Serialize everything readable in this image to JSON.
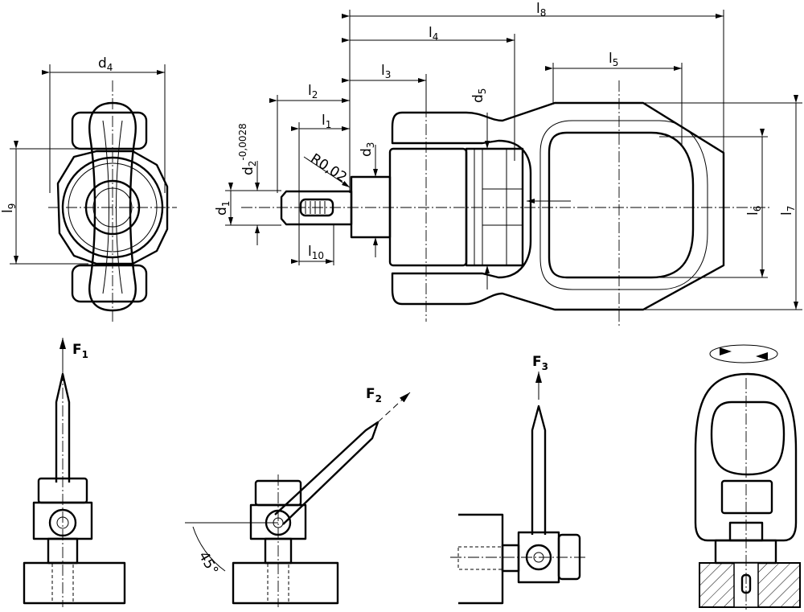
{
  "dimensions": {
    "d4": {
      "main": "d",
      "sub": "4"
    },
    "l9": {
      "main": "l",
      "sub": "9"
    },
    "l8": {
      "main": "l",
      "sub": "8"
    },
    "l4": {
      "main": "l",
      "sub": "4"
    },
    "l3": {
      "main": "l",
      "sub": "3"
    },
    "l2": {
      "main": "l",
      "sub": "2"
    },
    "l1": {
      "main": "l",
      "sub": "1"
    },
    "l5": {
      "main": "l",
      "sub": "5"
    },
    "d5": {
      "main": "d",
      "sub": "5"
    },
    "d3": {
      "main": "d",
      "sub": "3"
    },
    "d2": {
      "main": "d",
      "sub": "2",
      "tolerance": "-0,0028"
    },
    "radius": "R0,02",
    "d1": {
      "main": "d",
      "sub": "1"
    },
    "l10": {
      "main": "l",
      "sub": "10"
    },
    "l6": {
      "main": "l",
      "sub": "6"
    },
    "l7": {
      "main": "l",
      "sub": "7"
    }
  },
  "loads": {
    "f1": {
      "main": "F",
      "sub": "1"
    },
    "f2": {
      "main": "F",
      "sub": "2"
    },
    "f3": {
      "main": "F",
      "sub": "3"
    },
    "angle": "45°"
  }
}
